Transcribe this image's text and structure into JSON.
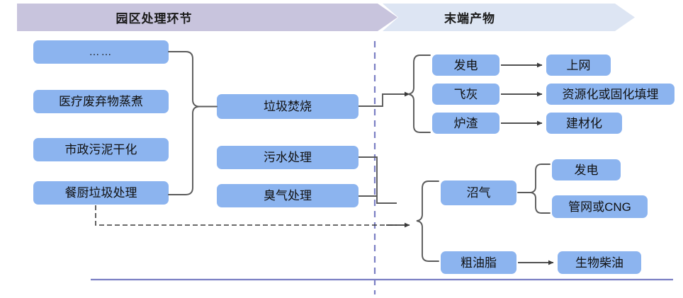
{
  "header": {
    "stages": [
      {
        "label": "园区处理环节",
        "color": "#c8c4dd"
      },
      {
        "label": "末端产物",
        "color": "#dde5f3"
      }
    ]
  },
  "colors": {
    "node_fill": "#8cb4ef",
    "node_text": "#111111",
    "connector": "#5a5a5a",
    "divider": "#7b7fc4",
    "baseline": "#7b7fc4",
    "stage_one": "#c8c4dd",
    "stage_two": "#dde5f3"
  },
  "inputs": {
    "group_label": "园区处理环节",
    "items": [
      {
        "label": "……"
      },
      {
        "label": "医疗废弃物蒸煮"
      },
      {
        "label": "市政污泥干化"
      },
      {
        "label": "餐厨垃圾处理"
      }
    ]
  },
  "processes": [
    {
      "label": "垃圾焚烧"
    },
    {
      "label": "污水处理"
    },
    {
      "label": "臭气处理"
    }
  ],
  "incineration_outputs": [
    {
      "label": "发电",
      "destination": "上网"
    },
    {
      "label": "飞灰",
      "destination": "资源化或固化填埋"
    },
    {
      "label": "炉渣",
      "destination": "建材化"
    }
  ],
  "digestion_outputs": [
    {
      "label": "沼气",
      "destinations": [
        {
          "label": "发电"
        },
        {
          "label": "管网或CNG"
        }
      ]
    },
    {
      "label": "粗油脂",
      "destinations": [
        {
          "label": "生物柴油"
        }
      ]
    }
  ]
}
